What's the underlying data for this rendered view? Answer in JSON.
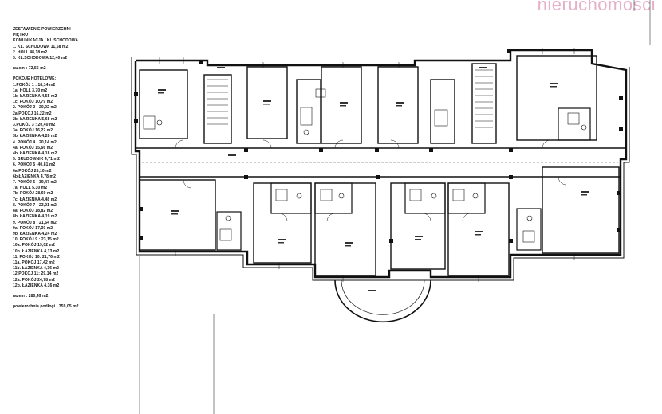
{
  "watermark": "nieruchomości",
  "legend": {
    "header": [
      "ZESTAWIENIE POWIERZCHNI",
      "PIĘTRO",
      "KOMUNIKACJA / KL.SCHODOWA"
    ],
    "communication": [
      "1. KL. SCHODOWA 11,58 m2",
      "2. HOLL 48,18 m2",
      "3. KL.SCHODOWA 12,40 m2"
    ],
    "communication_total": "razem : 72,55 m2",
    "hotel_header": "POKOJE HOTELOWE:",
    "hotel_rooms": [
      "1.POKÓJ 1 : 18,14 m2",
      "1a. HOLL 3,70 m2",
      "1b. ŁAZIENKA 4,55 m2",
      "1c. POKÓJ 10,79 m2",
      "2. POKÓJ 2 : 20,02 m2",
      "2a.POKÓJ 16,22 m2",
      "2b. ŁAZIENKA 5,68 m2",
      "3.POKÓJ 3 : 20,40 m2",
      "3a. POKÓJ 16,22 m2",
      "3b. ŁAZIENKA 4,28 m2",
      "4. POKÓJ 4 : 20,14 m2",
      "4a. POKÓJ 15,66 m2",
      "4b. ŁAZIENKA 4,18 m2",
      "5. BRUDOWNIK 4,71 m2",
      "6. POKÓJ 5 :40,81 m2",
      "6a.POKÓJ 26,10 m2",
      "6b.ŁAZIENKA 4,78 m2",
      "7. POKÓJ 6 : 39,47 m2",
      "7a. HOLL 5,30 m2",
      "7b. POKÓJ 28,69 m2",
      "7c. ŁAZIENKA 4,48 m2",
      "8. POKÓJ 7 : 23,01 m2",
      "8a. POKÓJ 18,82 m2",
      "8b. ŁAZIENKA 4,19 m2",
      "9. POKÓJ 8 : 21,64 m2",
      "9a. POKÓJ 17,30 m2",
      "9b. ŁAZIENKA 4,24 m2",
      "10. POKÓJ 9 : 23,15 m2",
      "10a. POKÓJ 19,02 m2",
      "10b. ŁAZIENKA 4,13 m2",
      "11. POKÓJ 10: 21,76 m2",
      "11a. POKÓJ 17,42 m2",
      "11b. ŁAZIENKA 4,36 m2",
      "12.POKÓJ 11: 29,14 m2",
      "12a. POKÓJ 24,78 m2",
      "12b. ŁAZIENKA 4,36 m2"
    ],
    "hotel_total": "razem : 280,49 m2",
    "floor_total": "powierzchnia podłogi : 359,05 m2"
  },
  "colors": {
    "lines": "#111111",
    "watermark": "#e6b0c8"
  }
}
